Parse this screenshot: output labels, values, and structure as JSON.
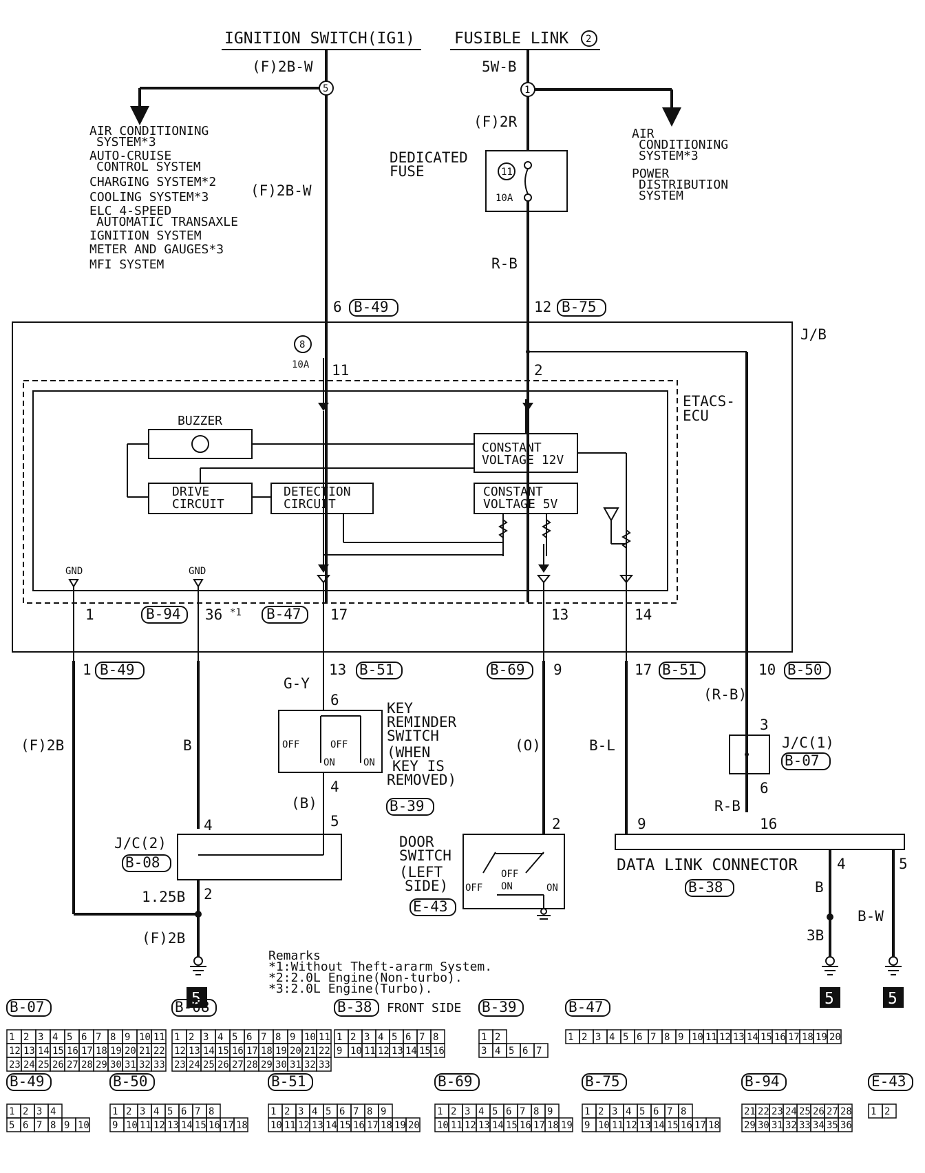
{
  "top": {
    "ignition": "IGNITION SWITCH(IG1)",
    "fusible": "FUSIBLE LINK",
    "fusible_num": "2",
    "ig_wire": "(F)2B-W",
    "ig_node": "5",
    "fl_wire": "5W-B",
    "fl_node": "1",
    "fl_wire2": "(F)2R",
    "ig_wire2": "(F)2B-W"
  },
  "left_list": [
    "AIR CONDITIONING",
    "SYSTEM*3",
    "AUTO-CRUISE",
    "CONTROL SYSTEM",
    "CHARGING SYSTEM*2",
    "COOLING SYSTEM*3",
    "ELC 4-SPEED",
    "AUTOMATIC TRANSAXLE",
    "IGNITION SYSTEM",
    "METER AND GAUGES*3",
    "MFI SYSTEM"
  ],
  "right_list": [
    "AIR",
    "CONDITIONING",
    "SYSTEM*3",
    "POWER",
    "DISTRIBUTION",
    "SYSTEM"
  ],
  "fuse": {
    "label1": "DEDICATED",
    "label2": "FUSE",
    "num": "11",
    "amp": "10A"
  },
  "wire_rb": "R-B",
  "jb": {
    "label": "J/B",
    "pin_in_left": "6",
    "conn_in_left": "B-49",
    "pin_in_right": "12",
    "conn_in_right": "B-75",
    "fuse_num": "8",
    "fuse_amp": "10A",
    "pin11": "11",
    "pin2": "2"
  },
  "ecu": {
    "label1": "ETACS-",
    "label2": "ECU",
    "buzzer": "BUZZER",
    "drive1": "DRIVE",
    "drive2": "CIRCUIT",
    "detect1": "DETECTION",
    "detect2": "CIRCUIT",
    "cv12a": "CONSTANT",
    "cv12b": "VOLTAGE 12V",
    "cv5a": "CONSTANT",
    "cv5b": "VOLTAGE 5V",
    "gnd1": "GND",
    "gnd2": "GND"
  },
  "jb_bottom": {
    "p1": "1",
    "c94": "B-94",
    "p36": "36",
    "p36_note": "*1",
    "c47": "B-47",
    "p17": "17",
    "p13": "13",
    "p14": "14"
  },
  "row2": {
    "p1": "1",
    "c49": "B-49",
    "p13": "13",
    "c51a": "B-51",
    "c69": "B-69",
    "p9": "9",
    "p17": "17",
    "c51b": "B-51",
    "p10": "10",
    "c50": "B-50"
  },
  "wires": {
    "f2b": "(F)2B",
    "b": "B",
    "gy": "G-Y",
    "o": "(O)",
    "bl": "B-L",
    "rb_paren": "(R-B)",
    "rb": "R-B",
    "b_paren": "(B)",
    "b125": "1.25B",
    "f2b2": "(F)2B",
    "b_dlc": "B",
    "b3": "3B",
    "bw": "B-W"
  },
  "key_switch": {
    "l1": "KEY",
    "l2": "REMINDER",
    "l3": "SWITCH",
    "l4": "(WHEN",
    "l5": "KEY IS",
    "l6": "REMOVED)",
    "conn": "B-39",
    "p6": "6",
    "p4": "4",
    "p5": "5",
    "off1": "OFF",
    "off2": "OFF",
    "on1": "ON",
    "on2": "ON"
  },
  "jc1": {
    "label": "J/C(1)",
    "conn": "B-07",
    "p3": "3",
    "p6": "6"
  },
  "jc2": {
    "label": "J/C(2)",
    "conn": "B-08",
    "p4": "4",
    "p2": "2"
  },
  "door": {
    "l1": "DOOR",
    "l2": "SWITCH",
    "l3": "(LEFT",
    "l4": "SIDE)",
    "conn": "E-43",
    "p2": "2",
    "off1": "OFF",
    "off2": "OFF",
    "on1": "ON",
    "on2": "ON"
  },
  "dlc": {
    "label": "DATA LINK CONNECTOR",
    "conn": "B-38",
    "p9": "9",
    "p16": "16",
    "p4": "4",
    "p5": "5"
  },
  "ground_ref": "5",
  "remarks": {
    "title": "Remarks",
    "r1": "*1:Without Theft-ararm System.",
    "r2": "*2:2.0L Engine(Non-turbo).",
    "r3": "*3:2.0L Engine(Turbo)."
  },
  "connectors": {
    "b07": {
      "name": "B-07",
      "rows": [
        [
          "1",
          "2",
          "3",
          "4",
          "5",
          "6",
          "7",
          "8",
          "9",
          "10",
          "11"
        ],
        [
          "12",
          "13",
          "14",
          "15",
          "16",
          "17",
          "18",
          "19",
          "20",
          "21",
          "22"
        ],
        [
          "23",
          "24",
          "25",
          "26",
          "27",
          "28",
          "29",
          "30",
          "31",
          "32",
          "33"
        ]
      ]
    },
    "b08": {
      "name": "B-08",
      "rows": [
        [
          "1",
          "2",
          "3",
          "4",
          "5",
          "6",
          "7",
          "8",
          "9",
          "10",
          "11"
        ],
        [
          "12",
          "13",
          "14",
          "15",
          "16",
          "17",
          "18",
          "19",
          "20",
          "21",
          "22"
        ],
        [
          "23",
          "24",
          "25",
          "26",
          "27",
          "28",
          "29",
          "30",
          "31",
          "32",
          "33"
        ]
      ]
    },
    "b38": {
      "name": "B-38",
      "caption": "FRONT SIDE",
      "rows": [
        [
          "1",
          "2",
          "3",
          "4",
          "5",
          "6",
          "7",
          "8"
        ],
        [
          "9",
          "10",
          "11",
          "12",
          "13",
          "14",
          "15",
          "16"
        ]
      ]
    },
    "b39": {
      "name": "B-39",
      "rows": [
        [
          "1",
          "2"
        ],
        [
          "3",
          "4",
          "5",
          "6",
          "7"
        ]
      ]
    },
    "b47": {
      "name": "B-47",
      "rows": [
        [
          "1",
          "2",
          "3",
          "4",
          "5",
          "6",
          "7",
          "8",
          "9",
          "10",
          "11",
          "12",
          "13",
          "14",
          "15",
          "16",
          "17",
          "18",
          "19",
          "20"
        ]
      ]
    },
    "b49": {
      "name": "B-49",
      "rows": [
        [
          "1",
          "2",
          "3",
          "4"
        ],
        [
          "5",
          "6",
          "7",
          "8",
          "9",
          "10"
        ]
      ]
    },
    "b50": {
      "name": "B-50",
      "rows": [
        [
          "1",
          "2",
          "3",
          "4",
          "5",
          "6",
          "7",
          "8"
        ],
        [
          "9",
          "10",
          "11",
          "12",
          "13",
          "14",
          "15",
          "16",
          "17",
          "18"
        ]
      ]
    },
    "b51": {
      "name": "B-51",
      "rows": [
        [
          "1",
          "2",
          "3",
          "4",
          "5",
          "6",
          "7",
          "8",
          "9"
        ],
        [
          "10",
          "11",
          "12",
          "13",
          "14",
          "15",
          "16",
          "17",
          "18",
          "19",
          "20"
        ]
      ]
    },
    "b69": {
      "name": "B-69",
      "rows": [
        [
          "1",
          "2",
          "3",
          "4",
          "5",
          "6",
          "7",
          "8",
          "9"
        ],
        [
          "10",
          "11",
          "12",
          "13",
          "14",
          "15",
          "16",
          "17",
          "18",
          "19"
        ]
      ]
    },
    "b75": {
      "name": "B-75",
      "rows": [
        [
          "1",
          "2",
          "3",
          "4",
          "5",
          "6",
          "7",
          "8"
        ],
        [
          "9",
          "10",
          "11",
          "12",
          "13",
          "14",
          "15",
          "16",
          "17",
          "18"
        ]
      ]
    },
    "b94": {
      "name": "B-94",
      "rows": [
        [
          "21",
          "22",
          "23",
          "24",
          "25",
          "26",
          "27",
          "28"
        ],
        [
          "29",
          "30",
          "31",
          "32",
          "33",
          "34",
          "35",
          "36"
        ]
      ]
    },
    "e43": {
      "name": "E-43",
      "rows": [
        [
          "1",
          "2"
        ]
      ]
    }
  }
}
